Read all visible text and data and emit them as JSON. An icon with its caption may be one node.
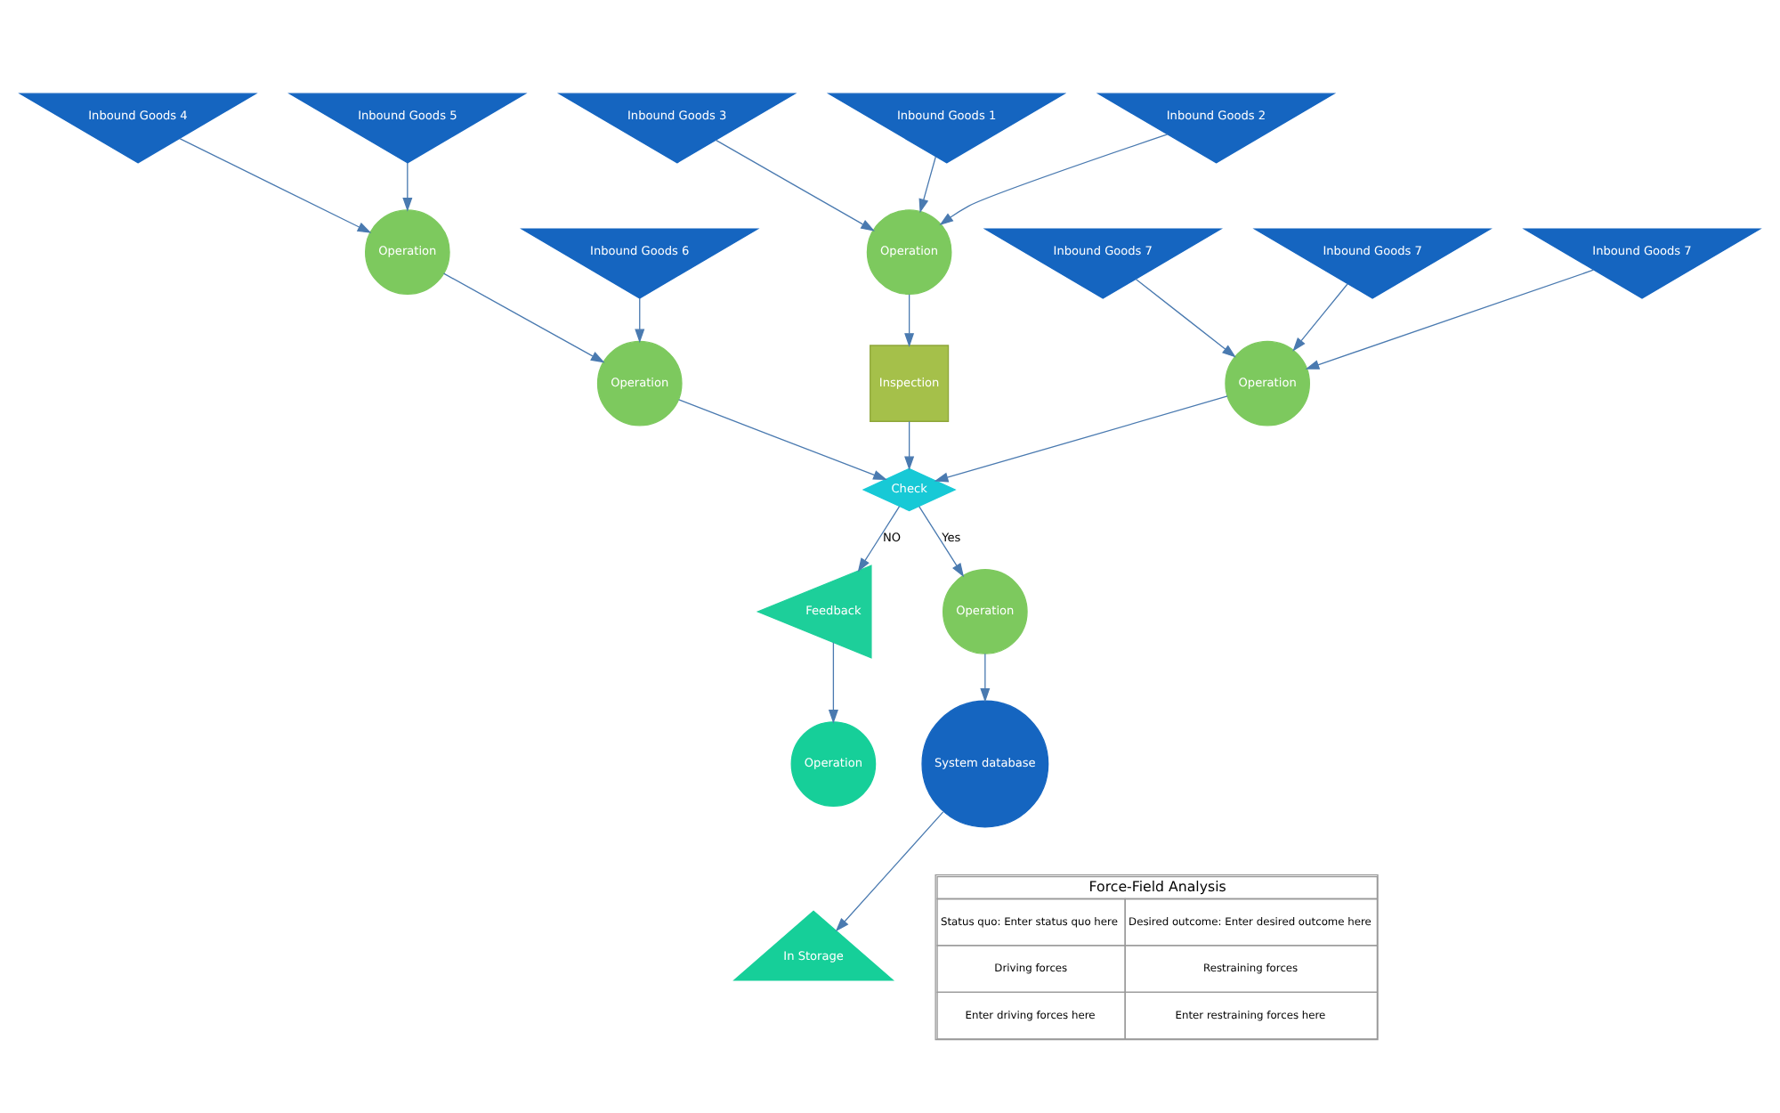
{
  "diagram": {
    "nodes": [
      {
        "text": [
          "Inbound Goods 1"
        ]
      },
      {
        "text": [
          "Inbound Goods 2"
        ]
      },
      {
        "text": [
          "Inbound Goods 3"
        ]
      },
      {
        "text": [
          "Inbound Goods 4"
        ]
      },
      {
        "text": [
          "Inbound Goods 5"
        ]
      },
      {
        "text": [
          "Inbound Goods 6"
        ]
      },
      {
        "text": [
          "Operation"
        ]
      },
      {
        "text": [
          "Operation"
        ]
      },
      {
        "text": [
          "Inspection"
        ]
      },
      {
        "text": [
          "Operation"
        ]
      },
      {
        "text": [
          "Inbound Goods 7"
        ]
      },
      {
        "text": [
          "Check"
        ]
      },
      {
        "text": [
          "Feedback"
        ]
      },
      {
        "text": [
          "Operation"
        ]
      },
      {
        "text": [
          "Operation"
        ]
      },
      {
        "text": [
          "Inbound Goods 7"
        ]
      },
      {
        "text": [
          "Operation"
        ]
      },
      {
        "text": [
          "Inbound Goods 7"
        ]
      },
      {
        "text": [
          "System database"
        ]
      },
      {
        "text": [
          "In Storage"
        ]
      }
    ],
    "edges": [
      {
        "from": 0,
        "to": 6,
        "arrow": "to"
      },
      {
        "from": 1,
        "to": 6,
        "arrow": "to"
      },
      {
        "from": 2,
        "to": 6,
        "arrow": "to"
      },
      {
        "from": 3,
        "to": 7,
        "arrow": "to"
      },
      {
        "from": 4,
        "to": 7,
        "arrow": "to"
      },
      {
        "from": 6,
        "to": 8,
        "arrow": "to"
      },
      {
        "from": 7,
        "to": 9,
        "arrow": "to"
      },
      {
        "from": 5,
        "to": 9,
        "arrow": "to"
      },
      {
        "from": 8,
        "to": 11,
        "arrow": "to"
      },
      {
        "from": 9,
        "to": 11,
        "arrow": "to"
      },
      {
        "from": 14,
        "to": 11,
        "arrow": "to"
      },
      {
        "from": 11,
        "to": 12,
        "label": "NO",
        "arrow": "to"
      },
      {
        "from": 12,
        "to": 13,
        "arrow": "to"
      },
      {
        "from": 11,
        "to": 16,
        "label": "Yes",
        "arrow": "to"
      },
      {
        "from": 10,
        "to": 14,
        "arrow": "to"
      },
      {
        "from": 15,
        "to": 14,
        "arrow": "to"
      },
      {
        "from": 17,
        "to": 14,
        "arrow": "to"
      },
      {
        "from": 16,
        "to": 18,
        "arrow": "to"
      },
      {
        "from": 18,
        "to": 19,
        "arrow": "to"
      }
    ],
    "labels": [
      "Force-Field Analysis",
      "Status quo: Enter status quo here",
      "Desired outcome: Enter desired outcome here",
      "Driving forces",
      "Restraining forces",
      "Enter driving forces here",
      "Enter restraining forces here"
    ]
  }
}
